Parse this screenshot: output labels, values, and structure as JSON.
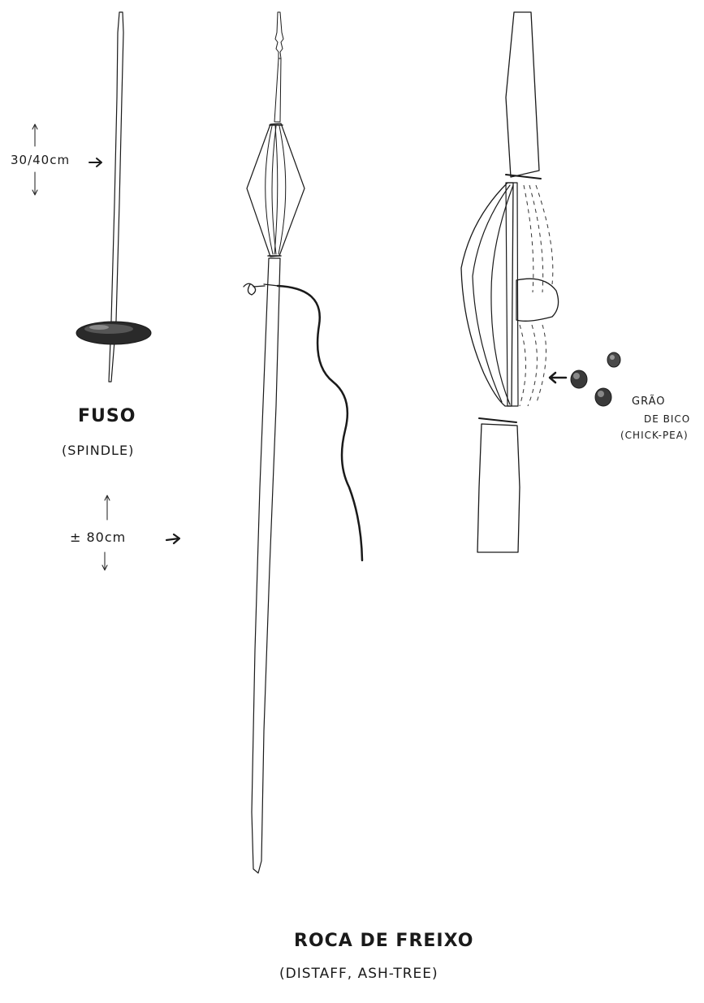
{
  "spindle": {
    "measure": "30/40cm",
    "name": "FUSO",
    "translation": "(SPINDLE)"
  },
  "distaff": {
    "measure": "± 80cm",
    "name": "ROCA DE FREIXO",
    "translation": "(DISTAFF, ASH-TREE)"
  },
  "detail": {
    "label_line1": "GRÃO",
    "label_line2": "DE BICO",
    "label_line3": "(CHICK-PEA)"
  }
}
